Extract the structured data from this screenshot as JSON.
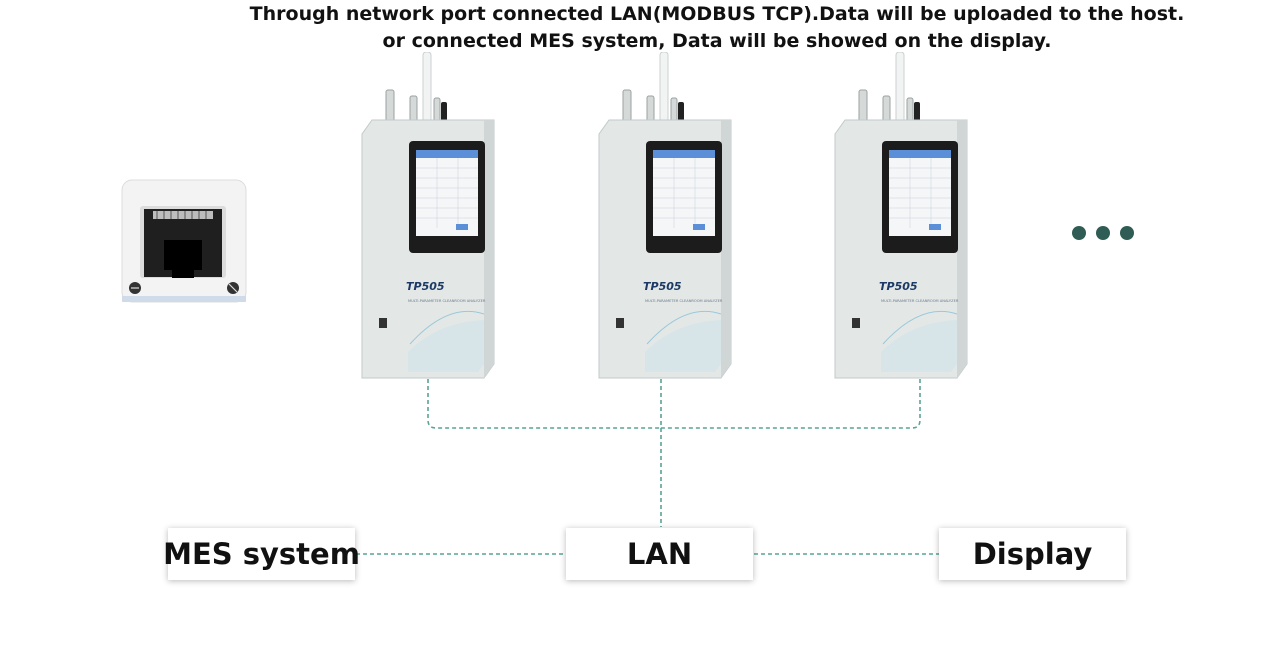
{
  "caption": {
    "line1": "Through network port connected LAN(MODBUS TCP).Data will be uploaded to the host.",
    "line2": "or connected MES system, Data will be showed on the display."
  },
  "devices": [
    {
      "model": "TP505",
      "subtitle": "MULTI-PARAMETER CLEANROOM ANALYZER"
    },
    {
      "model": "TP505",
      "subtitle": "MULTI-PARAMETER CLEANROOM ANALYZER"
    },
    {
      "model": "TP505",
      "subtitle": "MULTI-PARAMETER CLEANROOM ANALYZER"
    }
  ],
  "nodes": {
    "mes": "MES system",
    "lan": "LAN",
    "display": "Display"
  },
  "icons": {
    "ethernet_port": "rj45-port-icon",
    "more": "more-dots-icon"
  },
  "colors": {
    "link": "#5aa396",
    "dots": "#2f5d55",
    "device_body": "#e3e8e7",
    "screen_blue": "#5b8fd8"
  }
}
